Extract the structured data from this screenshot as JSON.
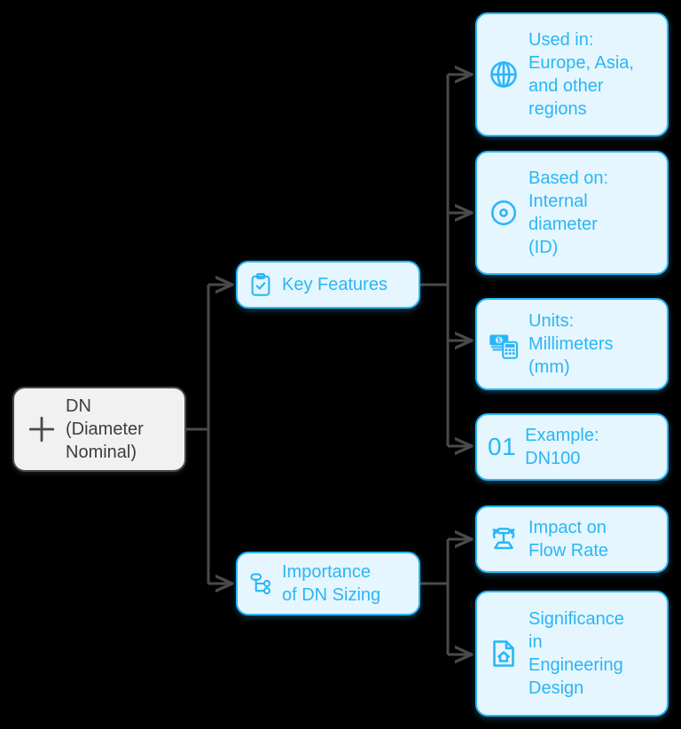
{
  "diagram": {
    "title": "DN (Diameter Nominal) mind map",
    "background_color": "#000000",
    "accent_color": "#29b6f6",
    "node_fill_color": "#e6f6fe",
    "root_fill_color": "#f1f1f1",
    "root_border_color": "#4a4a4a",
    "connector_color": "#4a4a4a"
  },
  "root": {
    "label": "DN\n(Diameter\nNominal)",
    "icon": "plus-icon"
  },
  "branches": [
    {
      "id": "key-features",
      "label": "Key Features",
      "icon": "clipboard-check-icon",
      "children": [
        {
          "id": "used-in",
          "label": "Used in:\nEurope, Asia,\nand other\nregions",
          "icon": "globe-icon"
        },
        {
          "id": "based-on",
          "label": "Based on:\nInternal\ndiameter\n(ID)",
          "icon": "circle-dot-icon"
        },
        {
          "id": "units",
          "label": "Units:\nMillimeters\n(mm)",
          "icon": "money-calculator-icon"
        },
        {
          "id": "example",
          "label": "Example:\nDN100",
          "icon": "number-badge",
          "badge": "01"
        }
      ]
    },
    {
      "id": "importance-of-dn-sizing",
      "label": "Importance\nof DN Sizing",
      "icon": "hierarchy-icon",
      "children": [
        {
          "id": "impact-flow-rate",
          "label": "Impact on\nFlow Rate",
          "icon": "valve-flow-icon"
        },
        {
          "id": "significance-design",
          "label": "Significance\nin\nEngineering\nDesign",
          "icon": "document-house-icon"
        }
      ]
    }
  ]
}
